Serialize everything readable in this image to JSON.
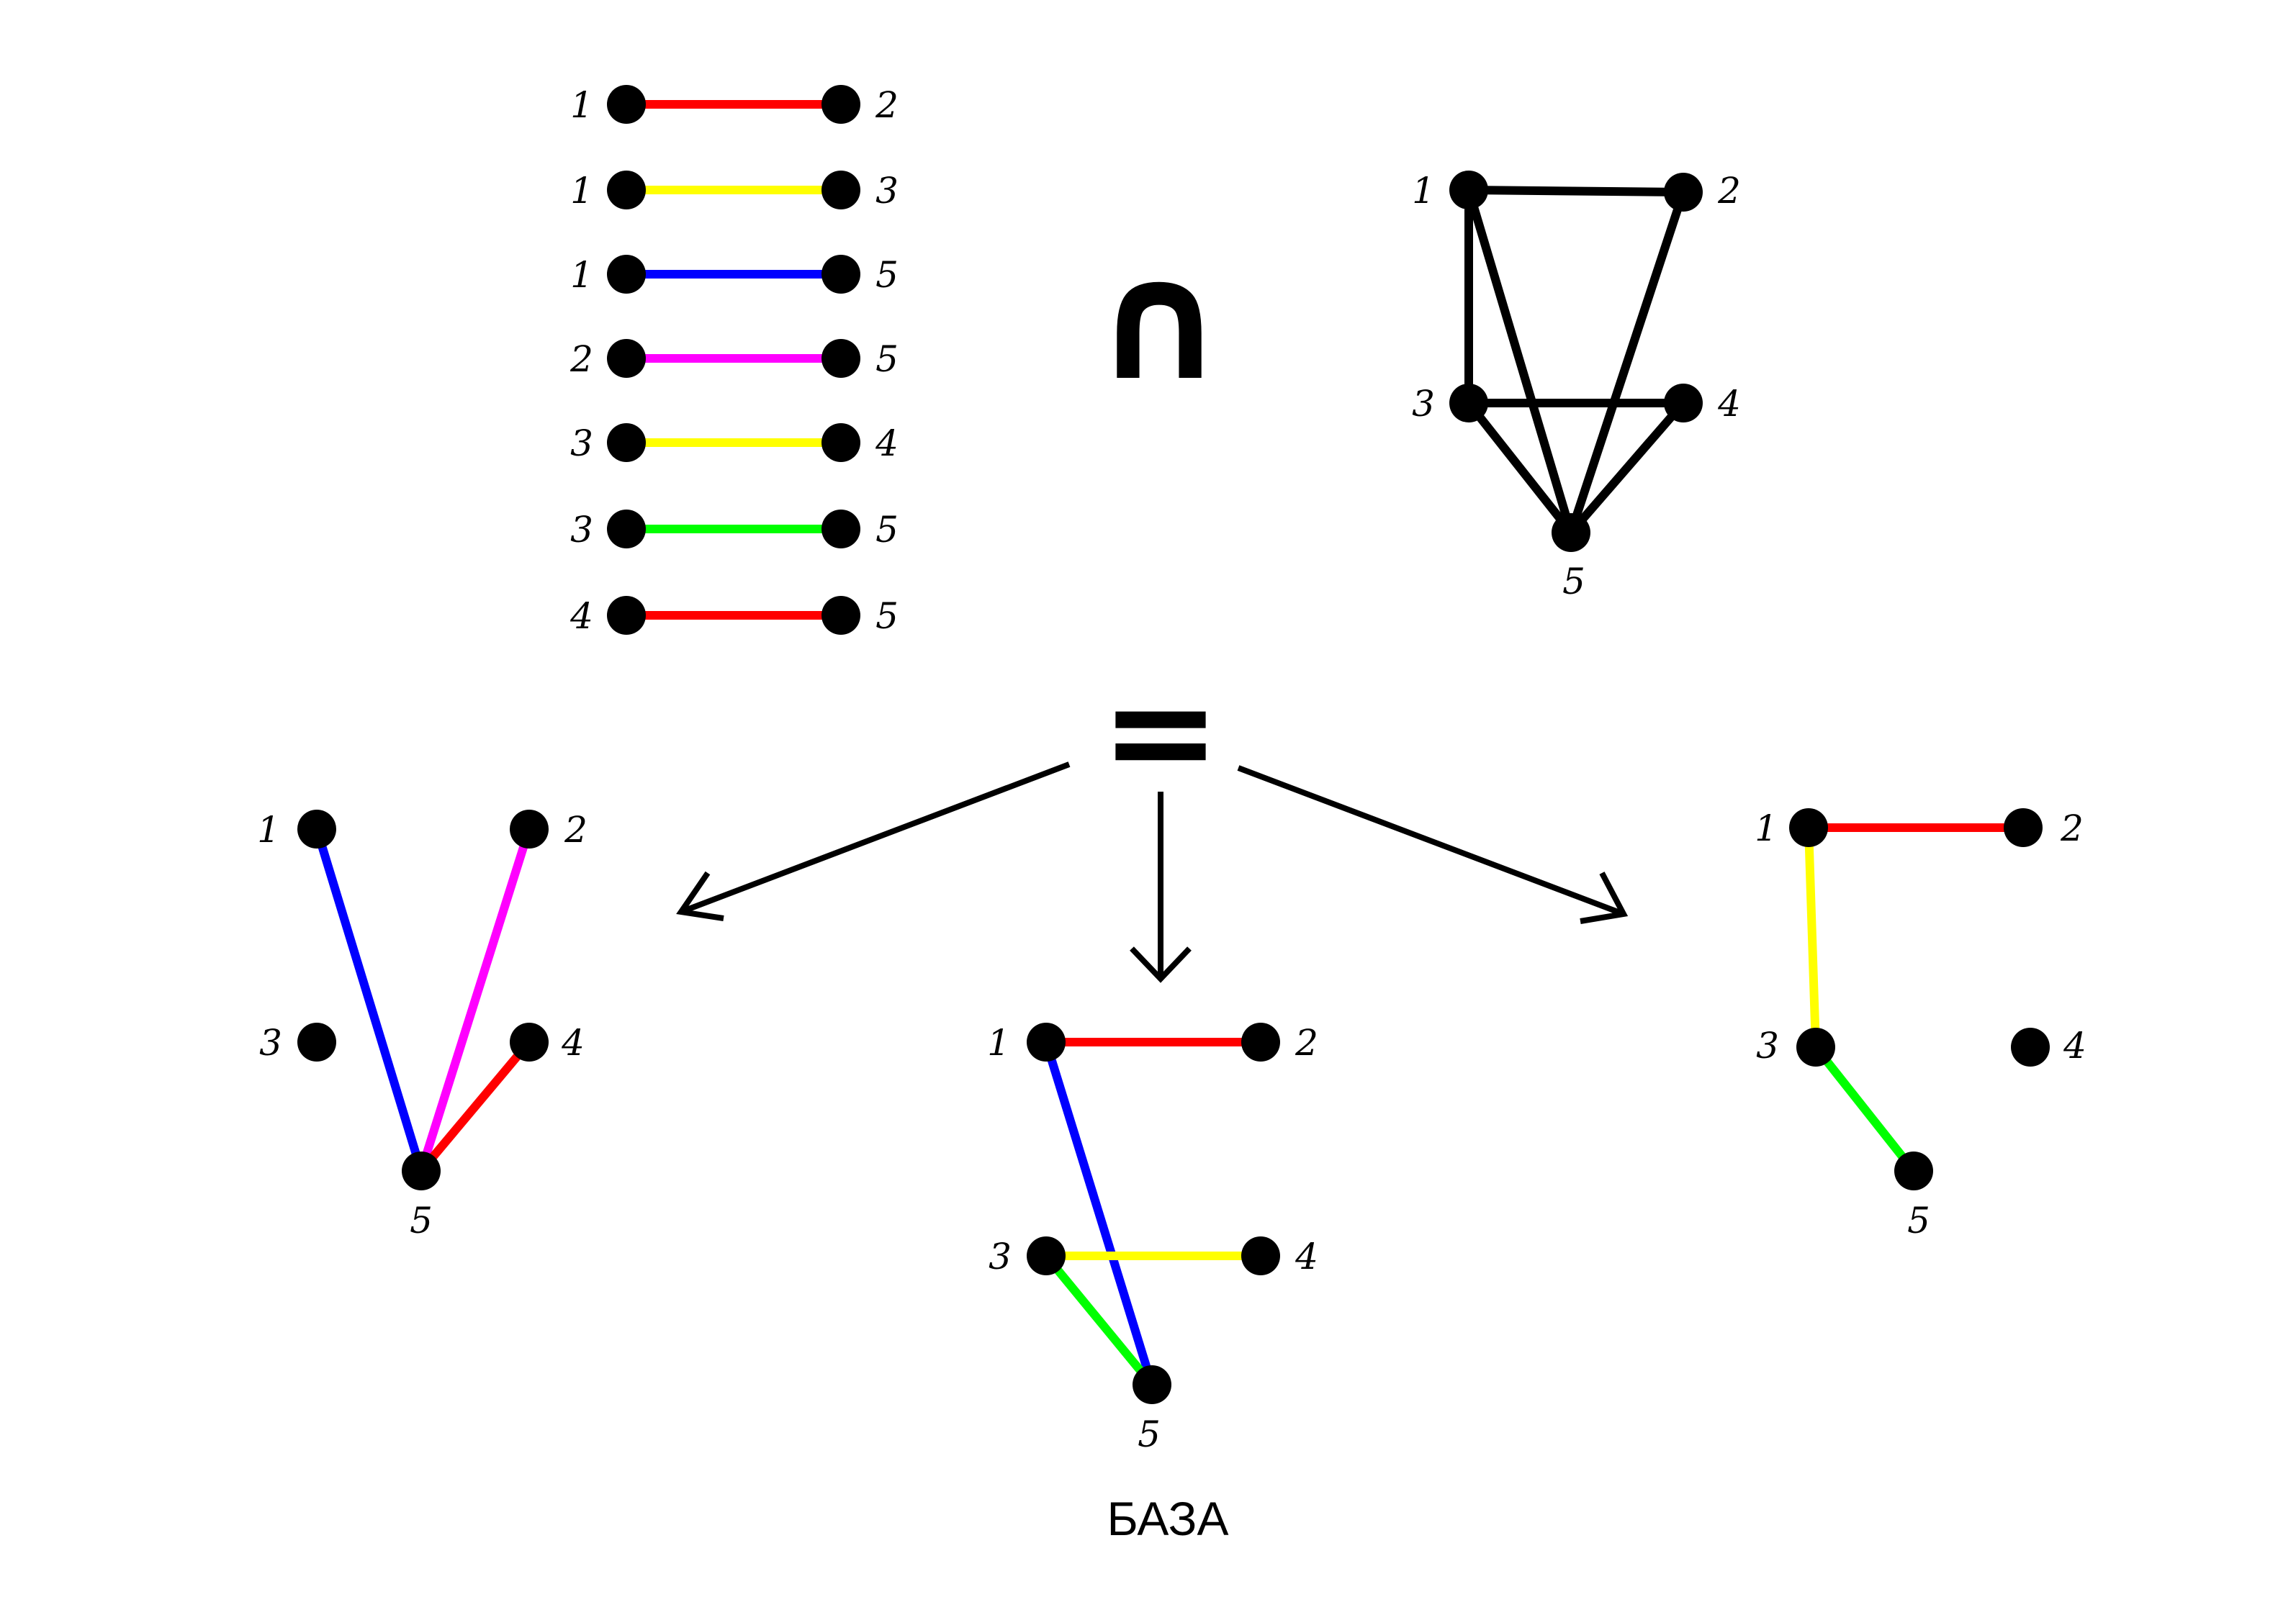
{
  "colors": {
    "red": "#ff0000",
    "yellow": "#ffff00",
    "blue": "#0000ff",
    "magenta": "#ff00ff",
    "green": "#00ff00",
    "black": "#000000"
  },
  "symbols": {
    "intersection": "∩",
    "equals": "="
  },
  "caption": "БАЗА",
  "edge_list": [
    {
      "from": "1",
      "to": "2",
      "color": "red"
    },
    {
      "from": "1",
      "to": "3",
      "color": "yellow"
    },
    {
      "from": "1",
      "to": "5",
      "color": "blue"
    },
    {
      "from": "2",
      "to": "5",
      "color": "magenta"
    },
    {
      "from": "3",
      "to": "4",
      "color": "yellow"
    },
    {
      "from": "3",
      "to": "5",
      "color": "green"
    },
    {
      "from": "4",
      "to": "5",
      "color": "red"
    }
  ],
  "matroid_graph": {
    "nodes": [
      "1",
      "2",
      "3",
      "4",
      "5"
    ],
    "edges": [
      [
        "1",
        "2"
      ],
      [
        "1",
        "3"
      ],
      [
        "1",
        "5"
      ],
      [
        "2",
        "5"
      ],
      [
        "3",
        "4"
      ],
      [
        "3",
        "5"
      ],
      [
        "4",
        "5"
      ]
    ]
  },
  "results": [
    {
      "name": "left",
      "nodes": [
        "1",
        "2",
        "3",
        "4",
        "5"
      ],
      "edges": [
        {
          "from": "1",
          "to": "5",
          "color": "blue"
        },
        {
          "from": "2",
          "to": "5",
          "color": "magenta"
        },
        {
          "from": "4",
          "to": "5",
          "color": "red"
        }
      ]
    },
    {
      "name": "center",
      "nodes": [
        "1",
        "2",
        "3",
        "4",
        "5"
      ],
      "edges": [
        {
          "from": "1",
          "to": "2",
          "color": "red"
        },
        {
          "from": "1",
          "to": "5",
          "color": "blue"
        },
        {
          "from": "3",
          "to": "4",
          "color": "yellow"
        },
        {
          "from": "3",
          "to": "5",
          "color": "green"
        }
      ]
    },
    {
      "name": "right",
      "nodes": [
        "1",
        "2",
        "3",
        "4",
        "5"
      ],
      "edges": [
        {
          "from": "1",
          "to": "2",
          "color": "red"
        },
        {
          "from": "1",
          "to": "3",
          "color": "yellow"
        },
        {
          "from": "3",
          "to": "5",
          "color": "green"
        }
      ]
    }
  ]
}
